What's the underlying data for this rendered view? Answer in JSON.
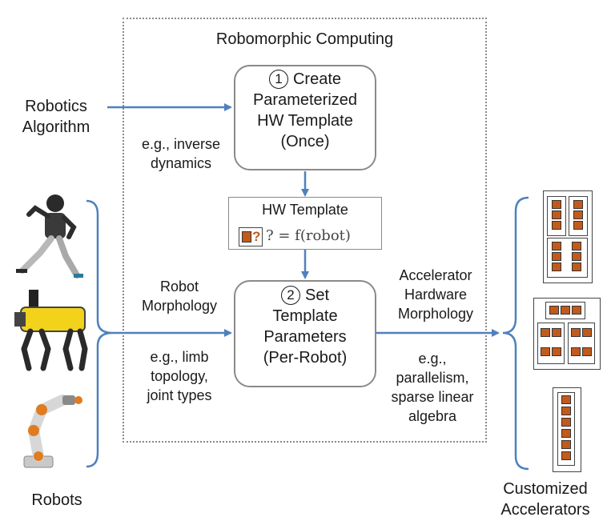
{
  "title": "Robomorphic Computing",
  "inputs": {
    "algorithm": [
      "Robotics",
      "Algorithm"
    ],
    "robots_label": "Robots"
  },
  "step1": {
    "number": "1",
    "lines": [
      "Create",
      "Parameterized",
      "HW Template",
      "(Once)"
    ]
  },
  "step1_example": [
    "e.g., inverse",
    "dynamics"
  ],
  "hw_template": {
    "title": "HW Template",
    "formula": "? = f(robot)",
    "icon_mark": "?"
  },
  "step2": {
    "number": "2",
    "lines": [
      "Set",
      "Template",
      "Parameters",
      "(Per-Robot)"
    ]
  },
  "robot_morphology": [
    "Robot",
    "Morphology"
  ],
  "robot_morphology_example": [
    "e.g., limb",
    "topology,",
    "joint types"
  ],
  "accelerator_morphology": [
    "Accelerator",
    "Hardware",
    "Morphology"
  ],
  "accelerator_example": [
    "e.g.,",
    "parallelism,",
    "sparse linear",
    "algebra"
  ],
  "output_label": [
    "Customized",
    "Accelerators"
  ],
  "colors": {
    "arrow": "#4f81bd",
    "core": "#c25a1c",
    "box_border": "#8a8a8a"
  },
  "robots": [
    "humanoid-robot",
    "quadruped-robot",
    "robot-arm"
  ]
}
